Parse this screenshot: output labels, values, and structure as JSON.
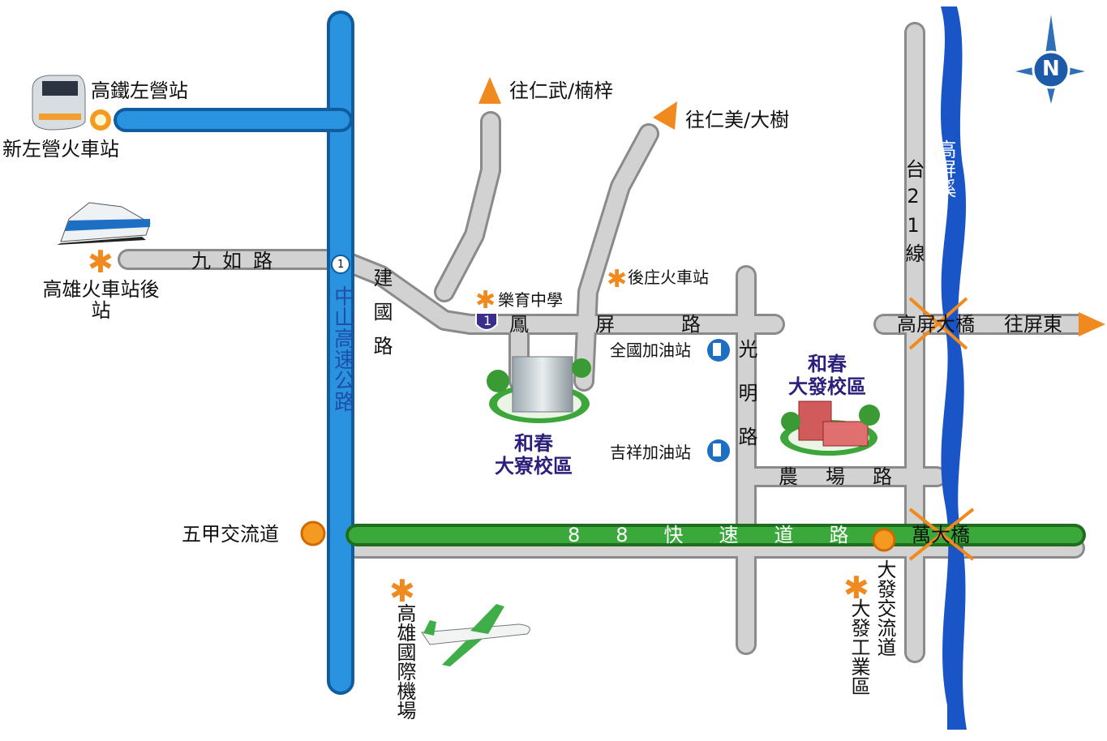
{
  "compass": {
    "letter": "N"
  },
  "highway": {
    "name": "中山高速公路",
    "exit_number": "1"
  },
  "river": {
    "name": "高屏溪"
  },
  "expressway": {
    "name": "88快速道路"
  },
  "roads": {
    "jiuru": "九如路",
    "jianguo": "建國路",
    "fengping": "鳳屏路",
    "guangming": "光明路",
    "nongchang": "農場路",
    "tai21": "台21線",
    "gaoping_bridge": "高屏大橋",
    "wanda_bridge": "萬大橋",
    "route1_badge": "1"
  },
  "directions": {
    "renwu": "往仁武/楠梓",
    "renmei": "往仁美/大樹",
    "pingtung": "往屏東"
  },
  "places": {
    "hsr": "高鐵左營站",
    "xinzuoying": "新左營火車站",
    "kaohsiung_station": "高雄火車站後站",
    "yueyu": "樂育中學",
    "houzhuang": "後庄火車站",
    "quanguo_gas": "全國加油站",
    "jixiang_gas": "吉祥加油站",
    "wujia": "五甲交流道",
    "airport": "高雄國際機場",
    "dafa_interchange": "大發交流道",
    "dafa_industrial": "大發工業區"
  },
  "campuses": {
    "daliao": {
      "line1": "和春",
      "line2": "大寮校區"
    },
    "dafa": {
      "line1": "和春",
      "line2": "大發校區"
    }
  },
  "colors": {
    "highway_blue": "#1d84d4",
    "expressway_green": "#2e9a2e",
    "road_gray": "#c9c9c9",
    "accent_orange": "#f08a1e",
    "river_blue": "#1a55c8",
    "campus_text": "#2a1f7a"
  }
}
